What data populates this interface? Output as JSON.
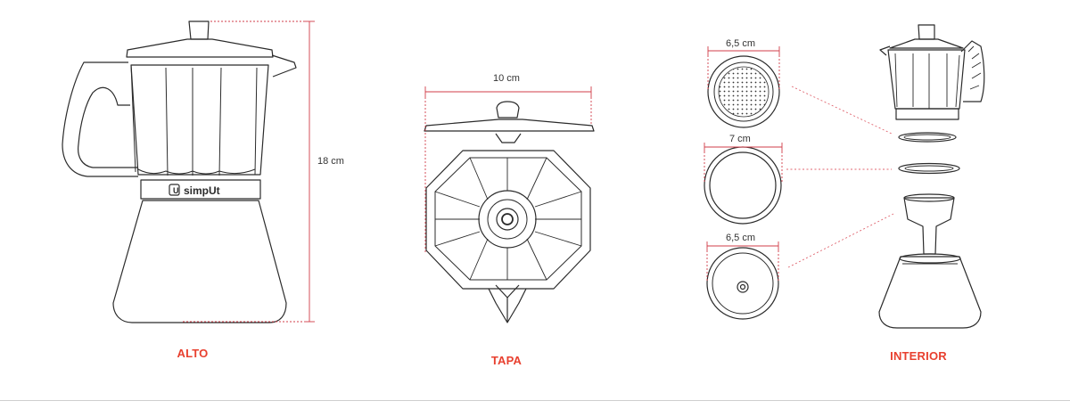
{
  "views": {
    "alto": {
      "label": "ALTO",
      "height_dim": "18  cm",
      "brand": "simpUt"
    },
    "tapa": {
      "label": "TAPA",
      "width_dim": "10 cm"
    },
    "interior": {
      "label": "INTERIOR",
      "filter_dim": "6,5 cm",
      "gasket_dim": "7 cm",
      "plate_dim": "6,5 cm"
    }
  },
  "colors": {
    "line": "#2b2b2b",
    "dimension": "#d23c48",
    "label": "#e8402f",
    "leader": "#e06670"
  }
}
